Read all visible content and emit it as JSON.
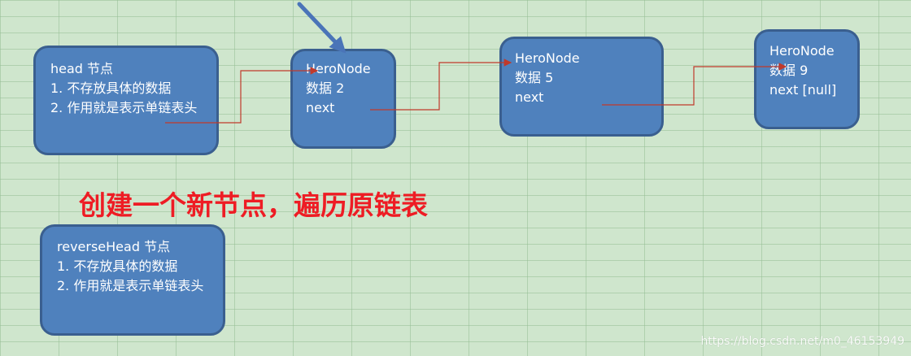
{
  "colors": {
    "node_fill": "#4f81bd",
    "node_border": "#3a5f8f",
    "link_line": "#c0392b",
    "pointer_arrow": "#4a74b8",
    "headline": "#ee1c24",
    "background": "#cfe6cd"
  },
  "head_node": {
    "title": "head 节点",
    "line1": "1. 不存放具体的数据",
    "line2": "2. 作用就是表示单链表头"
  },
  "nodes": [
    {
      "title": "HeroNode",
      "data": "数据 2",
      "next": "next"
    },
    {
      "title": "HeroNode",
      "data": "数据 5",
      "next": "next"
    },
    {
      "title": "HeroNode",
      "data": "数据 9",
      "next": "next [null]"
    }
  ],
  "headline": "创建一个新节点，遍历原链表",
  "reverse_head_node": {
    "title": "reverseHead 节点",
    "line1": "1. 不存放具体的数据",
    "line2": "2. 作用就是表示单链表头"
  },
  "watermark": "https://blog.csdn.net/m0_46153949"
}
